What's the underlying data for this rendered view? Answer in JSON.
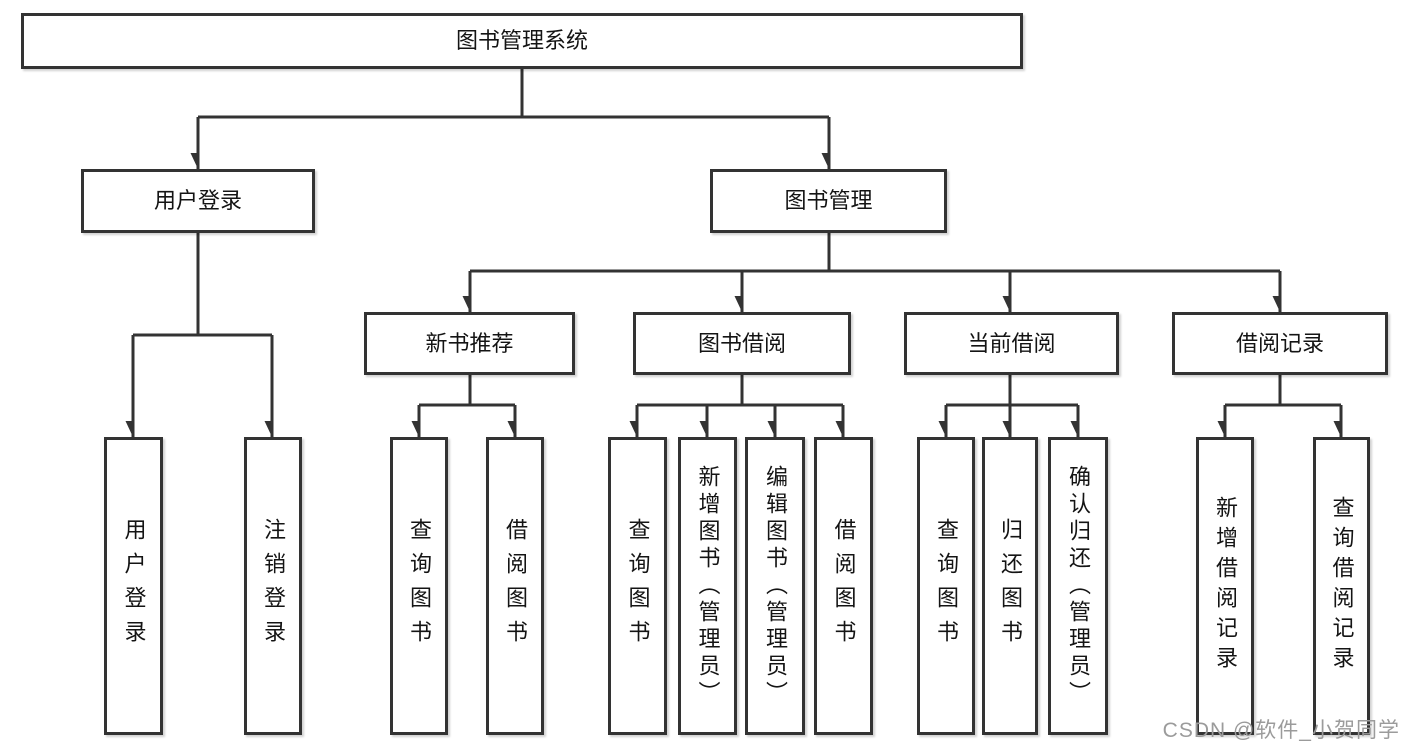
{
  "diagram": {
    "root": {
      "label": "图书管理系统"
    },
    "branches": [
      {
        "label": "用户登录",
        "children": [
          {
            "label": "用户登录"
          },
          {
            "label": "注销登录"
          }
        ]
      },
      {
        "label": "图书管理",
        "children": [
          {
            "label": "新书推荐",
            "children": [
              {
                "label": "查询图书"
              },
              {
                "label": "借阅图书"
              }
            ]
          },
          {
            "label": "图书借阅",
            "children": [
              {
                "label": "查询图书"
              },
              {
                "label": "新增图书（管理员）"
              },
              {
                "label": "编辑图书（管理员）"
              },
              {
                "label": "借阅图书"
              }
            ]
          },
          {
            "label": "当前借阅",
            "children": [
              {
                "label": "查询图书"
              },
              {
                "label": "归还图书"
              },
              {
                "label": "确认归还（管理员）"
              }
            ]
          },
          {
            "label": "借阅记录",
            "children": [
              {
                "label": "新增借阅记录"
              },
              {
                "label": "查询借阅记录"
              }
            ]
          }
        ]
      }
    ]
  },
  "watermark": {
    "text": "CSDN @软件_小贺同学"
  },
  "colors": {
    "line": "#333333",
    "border": "#333333",
    "text": "#141414",
    "watermark": "#9b9b9b",
    "background": "#ffffff"
  }
}
